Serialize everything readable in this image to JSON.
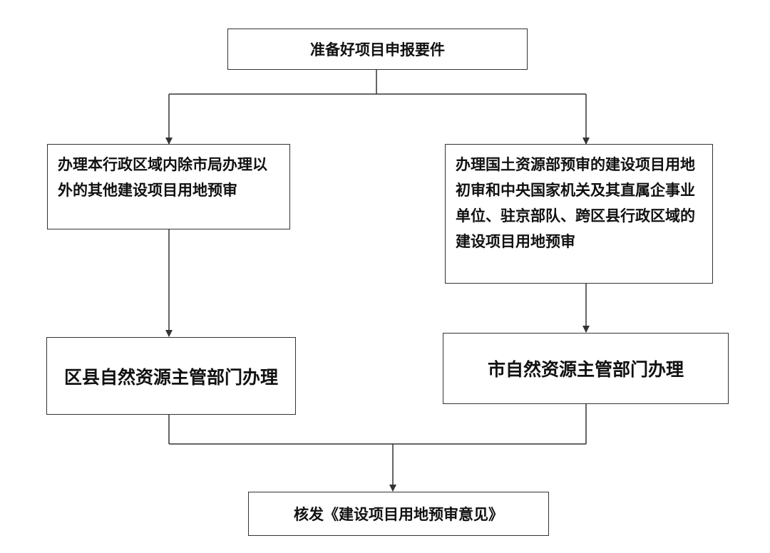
{
  "diagram": {
    "start": "准备好项目申报要件",
    "left_branch": {
      "condition": "办理本行政区域内除市局办理以外的其他建设项目用地预审",
      "handler": "区县自然资源主管部门办理"
    },
    "right_branch": {
      "condition": "办理国土资源部预审的建设项目用地初审和中央国家机关及其直属企事业单位、驻京部队、跨区县行政区域的建设项目用地预审",
      "handler": "市自然资源主管部门办理"
    },
    "end": "核发《建设项目用地预审意见》"
  }
}
